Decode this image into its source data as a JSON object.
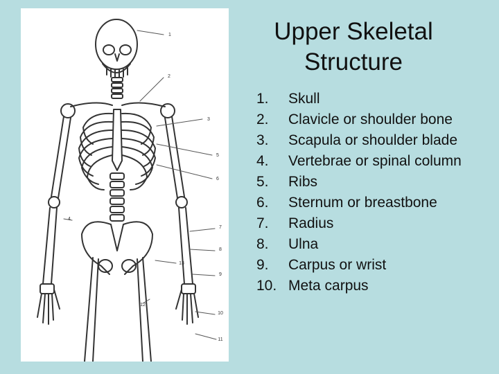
{
  "title": {
    "line1": "Upper Skeletal",
    "line2": "Structure"
  },
  "items": [
    {
      "num": "1.",
      "text": "Skull"
    },
    {
      "num": "2.",
      "text": "Clavicle or shoulder bone"
    },
    {
      "num": "3.",
      "text": "Scapula or shoulder blade"
    },
    {
      "num": "4.",
      "text": "Vertebrae or spinal column"
    },
    {
      "num": "5.",
      "text": "Ribs"
    },
    {
      "num": "6.",
      "text": "Sternum or breastbone"
    },
    {
      "num": "7.",
      "text": "Radius"
    },
    {
      "num": "8.",
      "text": "Ulna"
    },
    {
      "num": "9.",
      "text": "Carpus or wrist"
    },
    {
      "num": "10.",
      "text": "Meta carpus"
    }
  ],
  "figure_labels": [
    "1",
    "2",
    "3",
    "4",
    "5",
    "6",
    "7",
    "8",
    "9",
    "10",
    "11",
    "12",
    "13"
  ],
  "colors": {
    "background": "#b7dde0",
    "figure_background": "#ffffff",
    "ink": "#333333"
  }
}
